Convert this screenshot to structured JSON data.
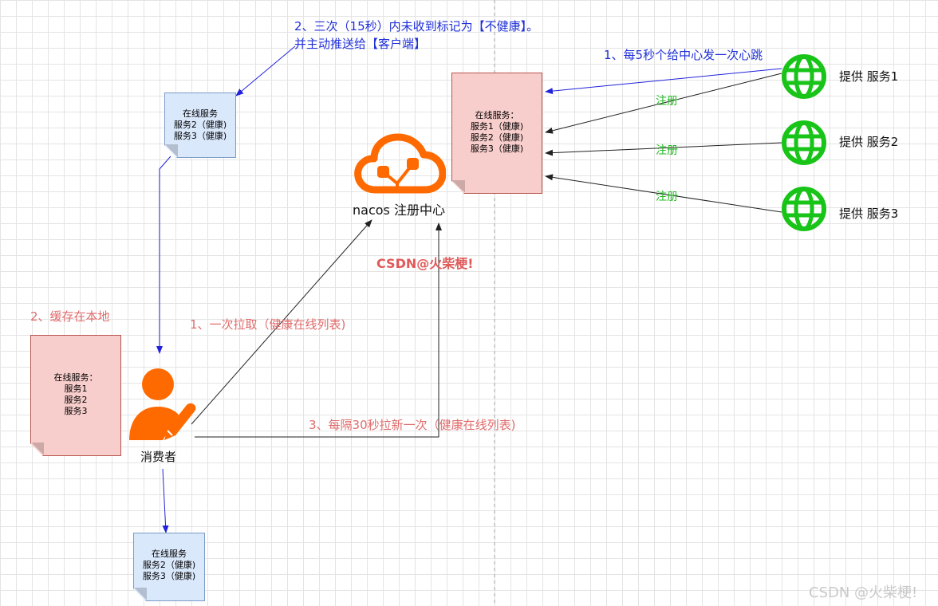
{
  "annotations": {
    "unhealthy_line1": "2、三次（15秒）内未收到标记为【不健康】。",
    "unhealthy_line2": "并主动推送给【客户端】",
    "heartbeat": "1、每5秒个给中心发一次心跳",
    "cache_local": "2、缓存在本地",
    "pull_once": "1、一次拉取（健康在线列表)",
    "pull_every": "3、每隔30秒拉新一次（健康在线列表)",
    "brand": "CSDN@火柴梗!",
    "watermark": "CSDN @火柴梗!"
  },
  "register_label": "注册",
  "nodes": {
    "nacos_label": "nacos 注册中心",
    "consumer_label": "消费者",
    "providers": [
      "提供 服务1",
      "提供 服务2",
      "提供 服务3"
    ]
  },
  "notes": {
    "top_blue": [
      "在线服务",
      "服务2（健康)",
      "服务3（健康)"
    ],
    "bottom_blue": [
      "在线服务",
      "服务2（健康)",
      "服务3（健康)"
    ],
    "registry": [
      "在线服务：",
      "服务1（健康)",
      "服务2（健康)",
      "服务3（健康)"
    ],
    "local_cache": [
      "在线服务：",
      "服务1",
      "服务2",
      "服务3"
    ]
  },
  "colors": {
    "brand_orange": "#ff6a00",
    "globe_green": "#18c418",
    "note_blue": "#dae8fc",
    "note_red": "#f8cecc",
    "arrow_blue": "#2222dd",
    "arrow_black": "#222222"
  },
  "icons": [
    "cloud-network-icon",
    "consumer-user-icon",
    "globe-icon"
  ]
}
